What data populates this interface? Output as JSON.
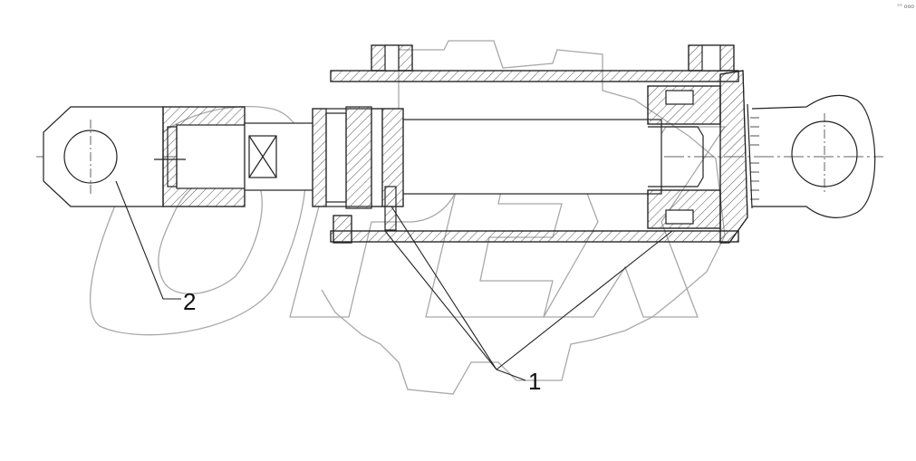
{
  "watermark": {
    "text": "OPEX",
    "color": "#9a9a9a"
  },
  "corner_mark": "°° ooo",
  "callouts": [
    {
      "id": "1",
      "label": "1"
    },
    {
      "id": "2",
      "label": "2"
    }
  ],
  "colors": {
    "line": "#222222",
    "hatch": "#555555",
    "watermark": "#a8a8a8"
  }
}
